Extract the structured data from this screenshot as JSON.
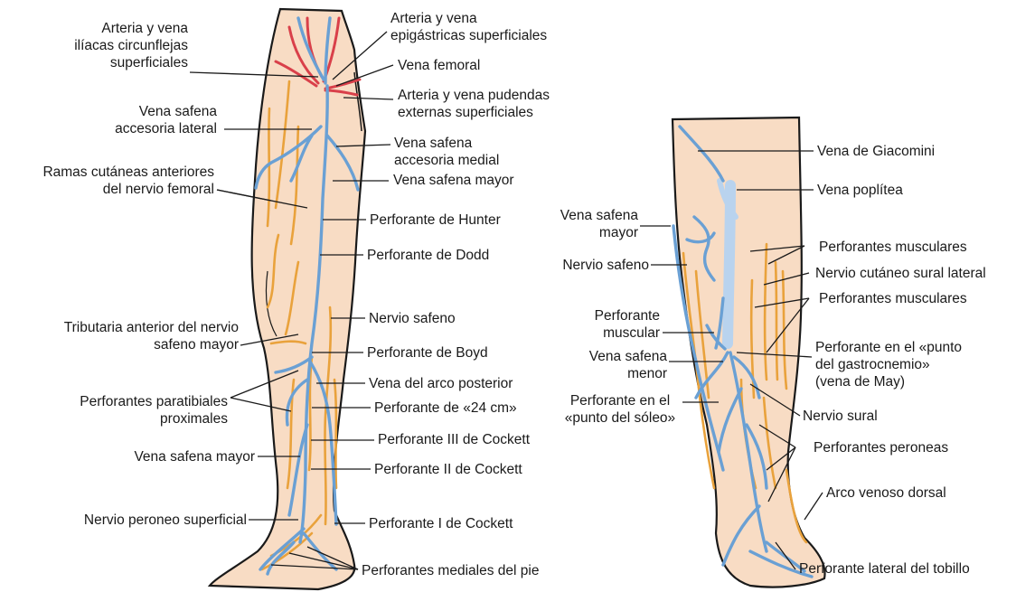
{
  "colors": {
    "skin": "#f8dcc4",
    "outline": "#1a1a1a",
    "vein": "#6aa0d4",
    "vein_stroke": "#3b6fa8",
    "deep_vein": "#b9d3ee",
    "nerve": "#e9a23c",
    "artery": "#d9404a"
  },
  "front_view": {
    "left_labels": {
      "circumflex": "Arteria y vena\nilíacas circunflejas\nsuperficiales",
      "accessory_lateral": "Vena safena\naccesoria lateral",
      "cutaneous_femoral": "Ramas cutáneas anteriores\ndel nervio femoral",
      "anterior_tributary": "Tributaria anterior del nervio\nsafeno mayor",
      "paratibial": "Perforantes paratibiales\nproximales",
      "great_saphenous": "Vena safena mayor",
      "peroneal_nerve": "Nervio peroneo superficial"
    },
    "right_labels": {
      "epigastric": "Arteria y vena\nepigástricas superficiales",
      "femoral_vein": "Vena femoral",
      "pudendal": "Arteria y vena pudendas\nexternas superficiales",
      "accessory_medial": "Vena safena\naccesoria medial",
      "great_saphenous_upper": "Vena safena mayor",
      "hunter": "Perforante de Hunter",
      "dodd": "Perforante de Dodd",
      "saphenous_nerve": "Nervio safeno",
      "boyd": "Perforante de Boyd",
      "posterior_arch": "Vena del arco posterior",
      "cm24": "Perforante de «24 cm»",
      "cockett3": "Perforante III de Cockett",
      "cockett2": "Perforante II de Cockett",
      "cockett1": "Perforante I de Cockett",
      "medial_foot": "Perforantes mediales del pie"
    }
  },
  "back_view": {
    "left_labels": {
      "great_saphenous": "Vena safena\nmayor",
      "saphenous_nerve": "Nervio safeno",
      "muscular": "Perforante\nmuscular",
      "small_saphenous": "Vena safena\nmenor",
      "soleus_point": "Perforante en el\n«punto del sóleo»"
    },
    "right_labels": {
      "giacomini": "Vena de Giacomini",
      "popliteal": "Vena poplítea",
      "muscular1": "Perforantes musculares",
      "sural_lateral": "Nervio cutáneo sural lateral",
      "muscular2": "Perforantes musculares",
      "gastrocnemius": "Perforante en el «punto\ndel gastrocnemio»\n(vena de May)",
      "sural": "Nervio sural",
      "peroneal": "Perforantes peroneas",
      "dorsal_arch": "Arco venoso dorsal",
      "ankle_lateral": "Perforante lateral del tobillo"
    }
  }
}
